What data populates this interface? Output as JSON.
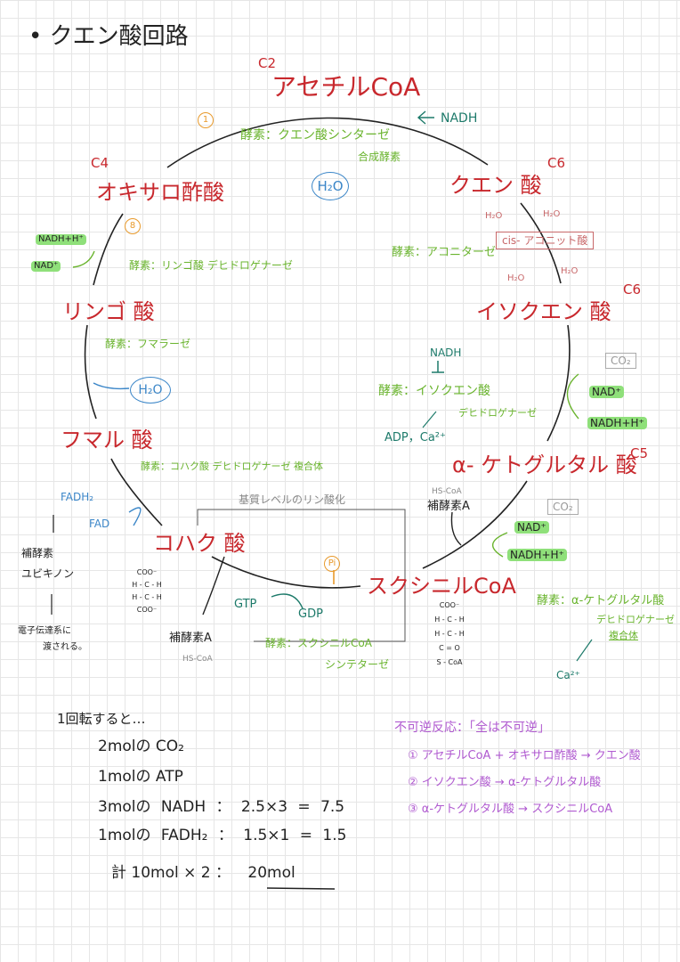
{
  "title": "クエン酸回路",
  "colors": {
    "compound": "#c8282d",
    "enzyme": "#6ab42e",
    "regulator": "#1d7a6a",
    "water": "#3b86c8",
    "step": "#e89a2c",
    "irreversible": "#b05ad0"
  },
  "compounds": {
    "acetyl_coa": {
      "carbon": "C2",
      "name": "アセチルCoA"
    },
    "citrate": {
      "carbon": "C6",
      "name": "クエン 酸"
    },
    "cis_aconitate": "cis- アコニット酸",
    "isocitrate": {
      "carbon": "C6",
      "name": "イソクエン 酸"
    },
    "alpha_kg": {
      "carbon": "C5",
      "name": "α- ケトグルタル 酸"
    },
    "succinyl_coa": "スクシニルCoA",
    "succinate": "コハク 酸",
    "fumarate": "フマル 酸",
    "malate": "リンゴ 酸",
    "oxaloacetate": {
      "carbon": "C4",
      "name": "オキサロ酢酸"
    }
  },
  "enzymes": {
    "citrate_synthase": "酵素：クエン酸シンターゼ",
    "citrate_synthase_note": "合成酵素",
    "aconitase": "酵素：アコニターゼ",
    "idh_1": "酵素：イソクエン酸",
    "idh_2": "デヒドロゲナーゼ",
    "akgdh_1": "酵素：α-ケトグルタル酸",
    "akgdh_2": "デヒドロゲナーゼ",
    "akgdh_3": "複合体",
    "scs_1": "酵素：スクシニルCoA",
    "scs_2": "シンテターゼ",
    "sdh": "酵素：コハク酸 デヒドロゲナーゼ 複合体",
    "fumarase": "酵素：フマラーゼ",
    "mdh": "酵素：リンゴ酸 デヒドロゲナーゼ"
  },
  "labels": {
    "step1": "1",
    "step8": "8",
    "nadh_inhibit_top": "NADH",
    "h2o_top": "H₂O",
    "h2o_in_1": "H₂O",
    "h2o_out_1": "H₂O",
    "h2o_in_2": "H₂O",
    "h2o_out_2": "H₂O",
    "nadh_inhibit_idh": "NADH",
    "adp_ca": "ADP，Ca²⁺",
    "co2_1": "CO₂",
    "nad_1": "NAD⁺",
    "nadh_1": "NADH+H⁺",
    "hs_coa_1": "HS-CoA",
    "coenzyme_a_1": "補酵素A",
    "co2_2": "CO₂",
    "nad_2": "NAD⁺",
    "nadh_2": "NADH+H⁺",
    "ca_2": "Ca²⁺",
    "substrate_phos": "基質レベルのリン酸化",
    "pi": "Pi",
    "gtp": "GTP",
    "gdp": "GDP",
    "coenzyme_a_2": "補酵素A",
    "hs_coa_2": "HS-CoA",
    "fadh2": "FADH₂",
    "fad": "FAD",
    "ubiquinone_1": "補酵素",
    "ubiquinone_2": "ユビキノン",
    "etc_1": "電子伝達系に",
    "etc_2": "渡される。",
    "nadh_malate": "NADH+H⁺",
    "nad_malate": "NAD⁺",
    "h2o_fumarase": "H₂O"
  },
  "structures": {
    "succinate": [
      "COO⁻",
      "H - C - H",
      "H - C - H",
      "COO⁻"
    ],
    "succinyl_coa": [
      "COO⁻",
      "H - C - H",
      "H - C - H",
      "C = O",
      "S - CoA"
    ]
  },
  "summary": {
    "heading": "1回転すると…",
    "lines": [
      "2molの CO₂",
      "1molの ATP",
      "3molの NADH ： 2.5×3 = 7.5",
      "1molの FADH₂ ： 1.5×1 = 1.5"
    ],
    "total_prefix": "計 10mol × 2 ：",
    "total_value": "20mol"
  },
  "irreversible": {
    "heading": "不可逆反応：「全は不可逆」",
    "items": [
      "① アセチルCoA + オキサロ酢酸 → クエン酸",
      "② イソクエン酸 → α-ケトグルタル酸",
      "③ α-ケトグルタル酸 → スクシニルCoA"
    ]
  }
}
